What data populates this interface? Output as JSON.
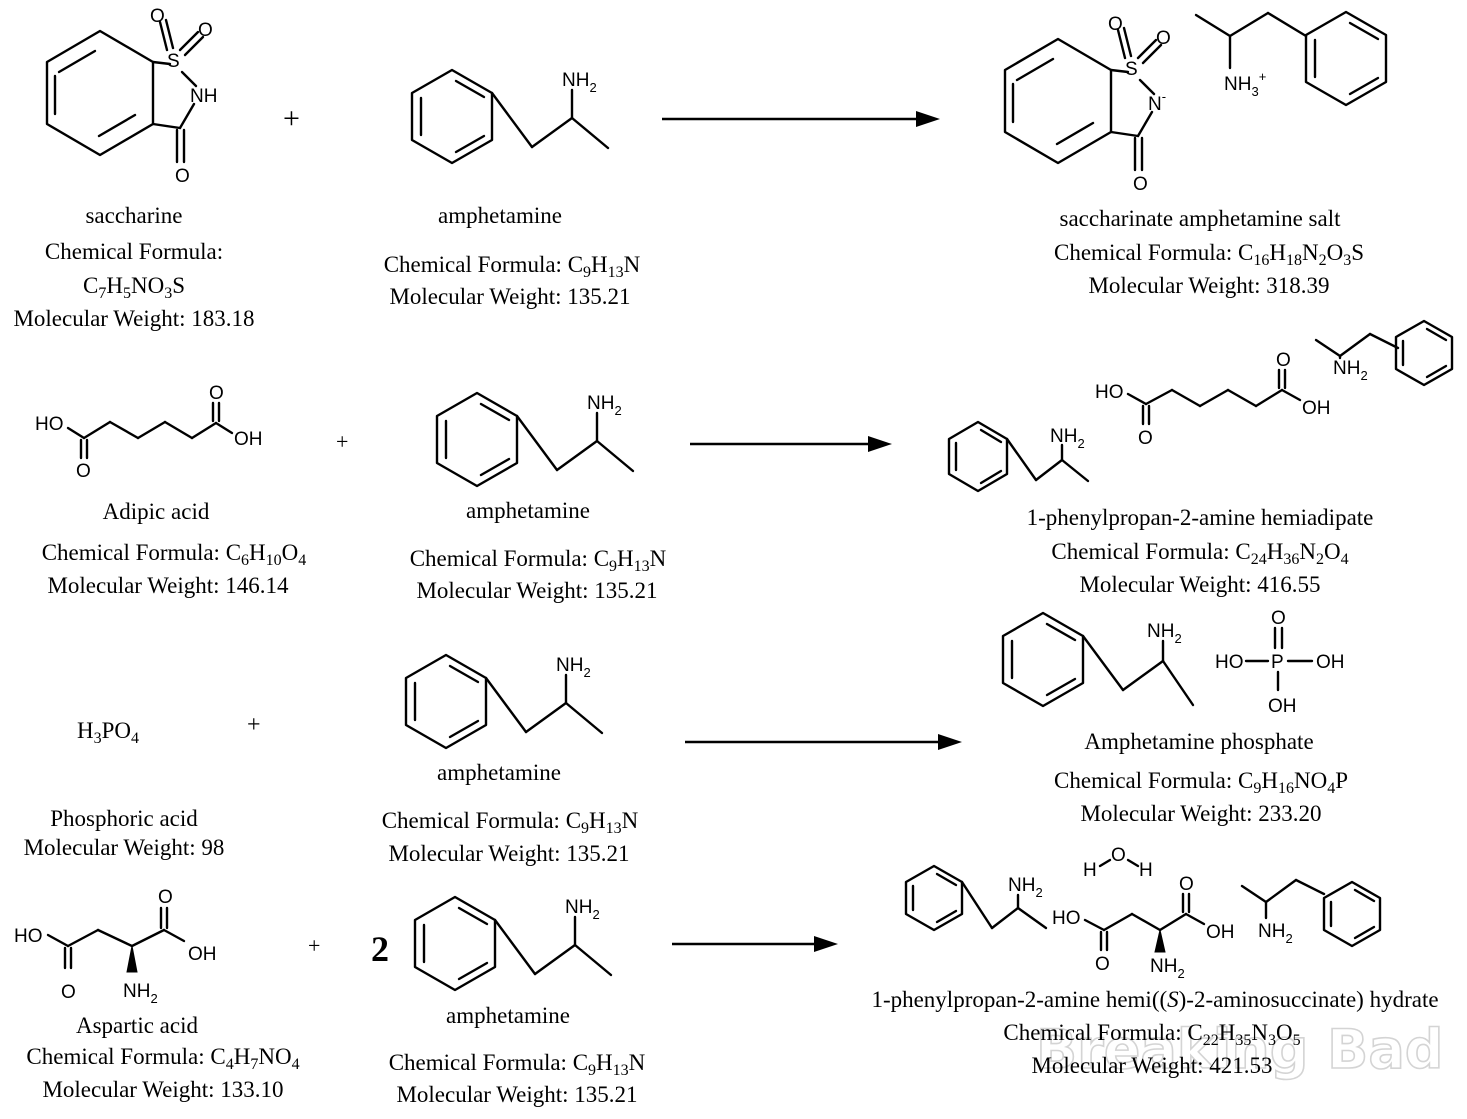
{
  "reactions": [
    {
      "reactant_a": {
        "name": "saccharine",
        "formula_label": "Chemical Formula:",
        "formula": "C7H5NO3S",
        "weight": "Molecular Weight: 183.18"
      },
      "reactant_b": {
        "name": "amphetamine",
        "formula_label": "Chemical Formula:",
        "formula": "C9H13N",
        "weight": "Molecular Weight: 135.21"
      },
      "product": {
        "name": "saccharinate amphetamine salt",
        "formula_label": "Chemical Formula:",
        "formula": "C16H18N2O3S",
        "weight": "Molecular Weight: 318.39"
      }
    },
    {
      "reactant_a": {
        "name": "Adipic acid",
        "formula_label": "Chemical Formula:",
        "formula": "C6H10O4",
        "weight": "Molecular Weight: 146.14"
      },
      "reactant_b": {
        "name": "amphetamine",
        "formula_label": "Chemical Formula:",
        "formula": "C9H13N",
        "weight": "Molecular Weight: 135.21"
      },
      "product": {
        "name": "1-phenylpropan-2-amine hemiadipate",
        "formula_label": "Chemical Formula:",
        "formula": "C24H36N2O4",
        "weight": "Molecular Weight: 416.55"
      }
    },
    {
      "reactant_a": {
        "name": "Phosphoric acid",
        "formula_text": "H3PO4",
        "weight": "Molecular Weight: 98"
      },
      "reactant_b": {
        "name": "amphetamine",
        "formula_label": "Chemical Formula:",
        "formula": "C9H13N",
        "weight": "Molecular Weight: 135.21"
      },
      "product": {
        "name": "Amphetamine phosphate",
        "formula_label": "Chemical Formula:",
        "formula": "C9H16NO4P",
        "weight": "Molecular Weight: 233.20"
      }
    },
    {
      "reactant_a": {
        "name": "Aspartic acid",
        "formula_label": "Chemical Formula:",
        "formula": "C4H7NO4",
        "weight": "Molecular Weight: 133.10"
      },
      "coefficient": "2",
      "reactant_b": {
        "name": "amphetamine",
        "formula_label": "Chemical Formula:",
        "formula": "C9H13N",
        "weight": "Molecular Weight: 135.21"
      },
      "product": {
        "name_prefix": "1-phenylpropan-2-amine hemi((",
        "name_italic": "S",
        "name_suffix": ")-2-aminosuccinate) hydrate",
        "formula_label": "Chemical Formula:",
        "formula": "C22H35N3O5",
        "weight": "Molecular Weight: 421.53"
      }
    }
  ],
  "operators": {
    "plus": "+"
  },
  "atoms": {
    "O": "O",
    "S": "S",
    "N": "N",
    "H": "H",
    "NH": "NH",
    "NH2": "NH",
    "NH3": "NH",
    "HO": "HO",
    "OH": "OH",
    "P": "P",
    "sub2": "2",
    "sub3": "3",
    "plus": "+",
    "minus": "-"
  },
  "watermark": "Breaking Bad"
}
